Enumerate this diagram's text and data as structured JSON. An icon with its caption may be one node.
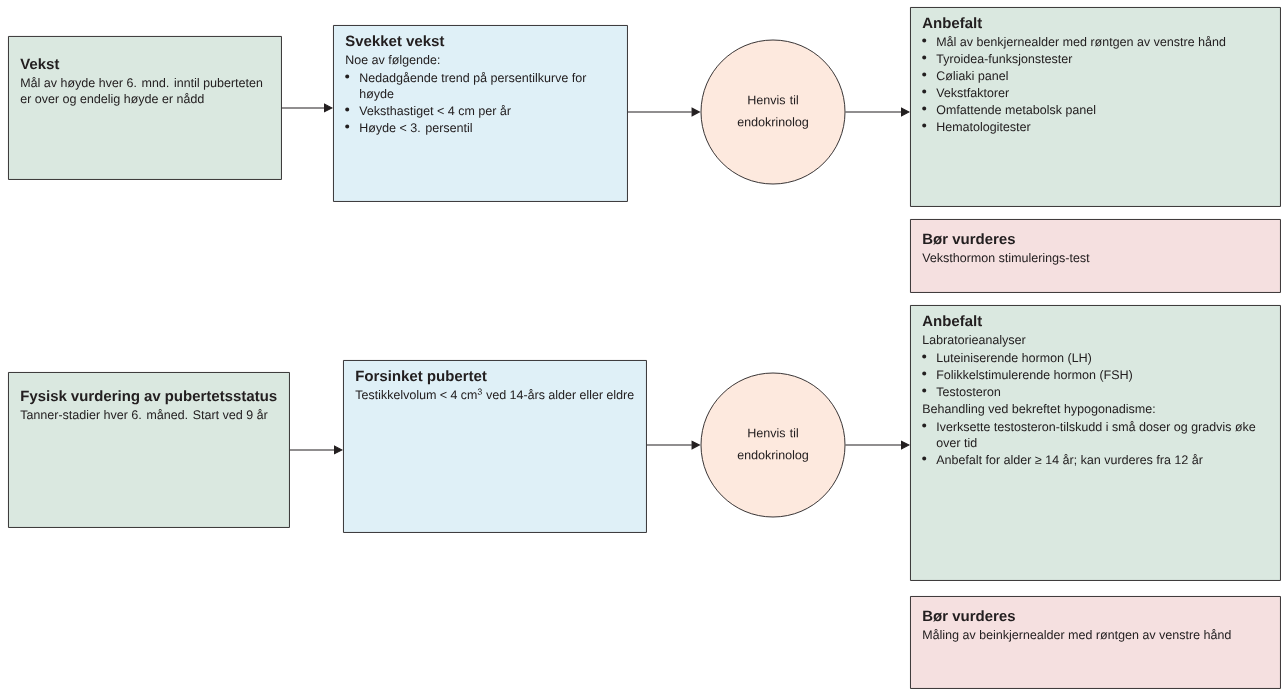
{
  "diagram": {
    "nodes": [
      {
        "text": [
          "Vekst",
          "Mål av høyde hver 6. mnd. inntil puberteten er over og endelig høyde er nådd"
        ]
      },
      {
        "text": [
          "Svekket vekst",
          "Noe av følgende:",
          "Nedadgående trend på persentilkurve for høyde",
          "Veksthastiget < 4 cm per år",
          "Høyde < 3. persentil"
        ]
      },
      {
        "text": [
          "Henvis til endokrinolog"
        ]
      },
      {
        "text": [
          "Anbefalt",
          "Mål av benkjernealder med røntgen av venstre hånd",
          "Tyroidea-funksjonstester",
          "Cøliaki panel",
          "Vekstfaktorer",
          "Omfattende metabolsk panel",
          "Hematologitester"
        ]
      },
      {
        "text": [
          "Bør vurderes",
          "Veksthormon stimulerings-test"
        ]
      },
      {
        "text": [
          "Fysisk vurdering av pubertetsstatus",
          "Tanner-stadier hver 6. måned. Start ved 9 år"
        ]
      },
      {
        "text": [
          "Forsinket pubertet",
          "Testikkelvolum < 4 cm$^{3}$ ved 14-års alder eller eldre"
        ]
      },
      {
        "text": [
          "Henvis til endokrinolog"
        ]
      },
      {
        "text": [
          "Anbefalt",
          "Labratorieanalyser",
          "Luteiniserende hormon (LH)",
          "Folikkelstimulerende hormon (FSH)",
          "Testosteron",
          "Behandling ved bekreftet hypogonadisme:",
          "Iverksette testosteron-tilskudd i små doser og gradvis øke over tid",
          "Anbefalt for alder ≥ 14 år; kan vurderes fra 12 år"
        ]
      },
      {
        "text": [
          "Bør vurderes",
          "Måling av beinkjernealder med røntgen av venstre hånd"
        ]
      }
    ],
    "edges": [
      {
        "from": 0,
        "to": 1,
        "arrow": "to"
      },
      {
        "from": 1,
        "to": 2,
        "arrow": "to"
      },
      {
        "from": 2,
        "to": 3,
        "arrow": "to"
      },
      {
        "from": 5,
        "to": 6,
        "arrow": "to"
      },
      {
        "from": 6,
        "to": 7,
        "arrow": "to"
      },
      {
        "from": 7,
        "to": 8,
        "arrow": "to"
      }
    ]
  }
}
